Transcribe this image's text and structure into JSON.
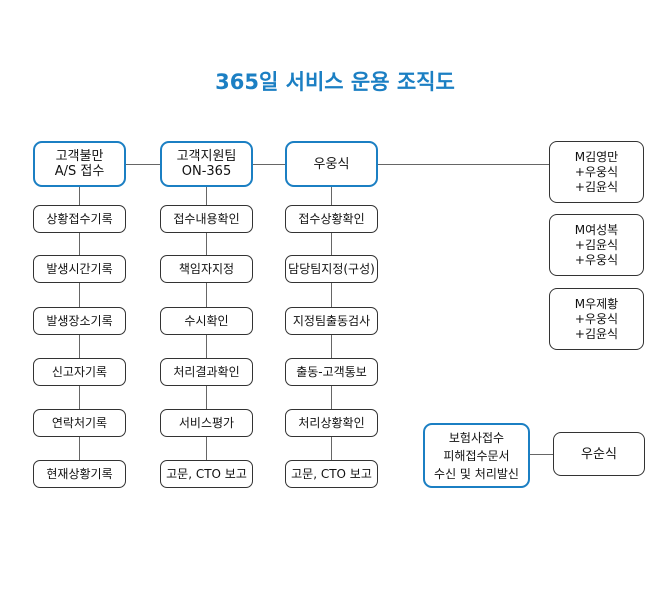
{
  "title": "365일 서비스 운용 조직도",
  "columns": [
    {
      "header": "고객불만\nA/S 접수",
      "items": [
        "상황접수기록",
        "발생시간기록",
        "발생장소기록",
        "신고자기록",
        "연락처기록",
        "현재상황기록"
      ]
    },
    {
      "header": "고객지원팀\nON-365",
      "items": [
        "접수내용확인",
        "책임자지정",
        "수시확인",
        "처리결과확인",
        "서비스평가",
        "고문, CTO 보고"
      ]
    },
    {
      "header": "우웅식",
      "items": [
        "접수상황확인",
        "담당팀지정(구성)",
        "지정팀출동검사",
        "출동-고객통보",
        "처리상황확인",
        "고문, CTO 보고"
      ]
    }
  ],
  "teams": [
    "M김영만\n+우웅식\n+김윤식",
    "M여성복\n+김윤식\n+우웅식",
    "M우제황\n+우웅식\n+김윤식"
  ],
  "insurance": {
    "label": "보험사접수\n피해접수문서\n수신 및 처리발신",
    "contact": "우순식"
  }
}
